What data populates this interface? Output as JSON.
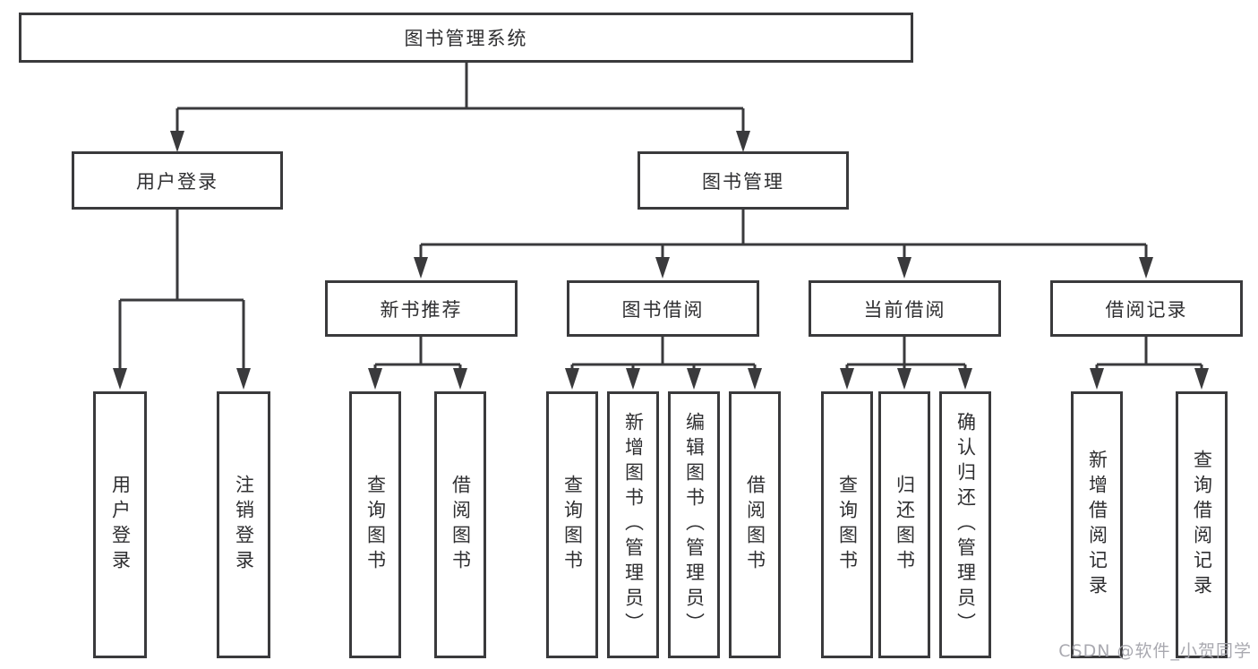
{
  "diagram": {
    "root": {
      "label": "图书管理系统"
    },
    "level2": [
      {
        "label": "用户登录"
      },
      {
        "label": "图书管理"
      }
    ],
    "level3": [
      {
        "label": "新书推荐"
      },
      {
        "label": "图书借阅"
      },
      {
        "label": "当前借阅"
      },
      {
        "label": "借阅记录"
      }
    ],
    "leaves": [
      {
        "label": "用户登录"
      },
      {
        "label": "注销登录"
      },
      {
        "label": "查询图书"
      },
      {
        "label": "借阅图书"
      },
      {
        "label": "查询图书"
      },
      {
        "label": "新增图书（管理员）"
      },
      {
        "label": "编辑图书（管理员）"
      },
      {
        "label": "借阅图书"
      },
      {
        "label": "查询图书"
      },
      {
        "label": "归还图书"
      },
      {
        "label": "确认归还（管理员）"
      },
      {
        "label": "新增借阅记录"
      },
      {
        "label": "查询借阅记录"
      }
    ],
    "watermark": "CSDN @软件_小贺同学",
    "colors": {
      "line": "#3a3a3c",
      "text": "#2f2f31",
      "background": "#ffffff",
      "watermark": "#a5a5ac"
    }
  }
}
